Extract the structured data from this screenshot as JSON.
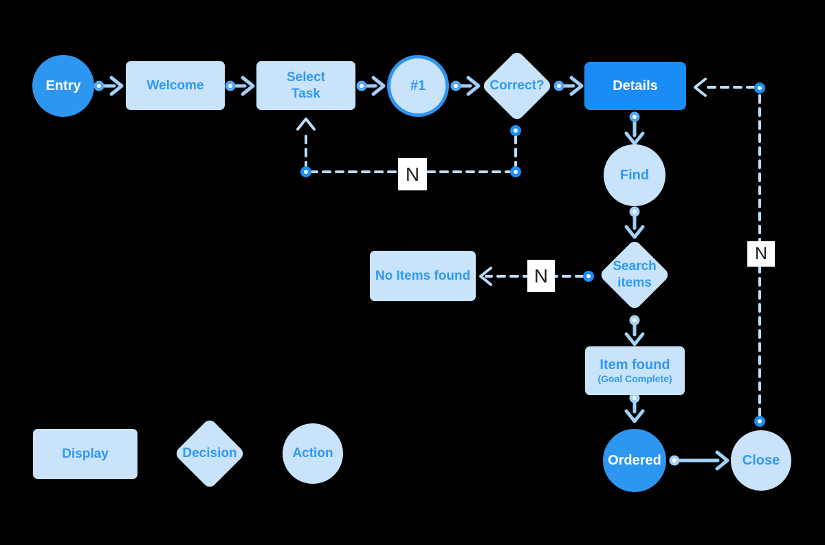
{
  "diagram": {
    "background": "#000000",
    "colors": {
      "node_light_fill": "#C9E3FA",
      "node_solid_fill": "#2C96F1",
      "details_fill": "#1A8CF6",
      "node_text_blue": "#2F99F4",
      "node_text_white": "#FFFFFF",
      "connector_solid": "#A3D0F7",
      "connector_dashed": "#BCDDF9",
      "endpoint_dot_strong": "#1E8FF7",
      "endpoint_dot_medium": "#55A7F2",
      "edge_label_bg": "#FFFFFF",
      "edge_label_text": "#1d1d1f"
    },
    "nodes": {
      "entry": "Entry",
      "welcome": "Welcome",
      "select_task": "Select\nTask",
      "task_number": "#1",
      "correct": "Correct?",
      "details": "Details",
      "find": "Find",
      "search_items": "Search\nitems",
      "no_items_found": "No Items found",
      "item_found": "Item found",
      "item_found_sub": "(Goal Complete)",
      "ordered": "Ordered",
      "close": "Close"
    },
    "edge_labels": {
      "correct_no": "N",
      "search_no": "N",
      "close_no": "N"
    },
    "legend": {
      "display": "Display",
      "decision": "Decision",
      "action": "Action"
    }
  }
}
